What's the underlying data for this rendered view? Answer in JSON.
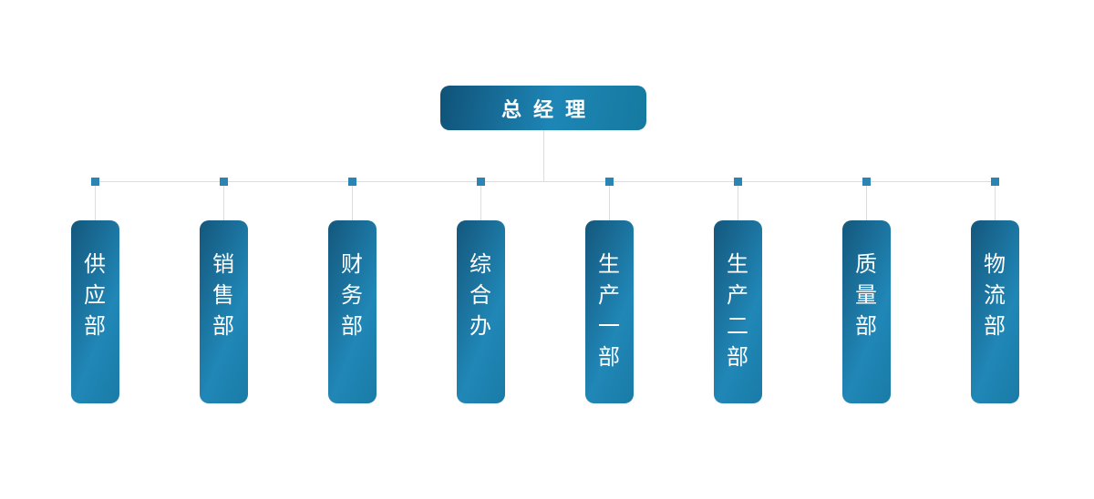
{
  "org_chart": {
    "root": {
      "label": "总经理"
    },
    "departments": [
      {
        "label": "供应部"
      },
      {
        "label": "销售部"
      },
      {
        "label": "财务部"
      },
      {
        "label": "综合办"
      },
      {
        "label": "生产一部"
      },
      {
        "label": "生产二部"
      },
      {
        "label": "质量部"
      },
      {
        "label": "物流部"
      }
    ],
    "colors": {
      "box_gradient_dark": "#14577c",
      "box_gradient_light": "#2087b7",
      "connector_line": "#dcdcdc",
      "connector_node": "#2a85b5",
      "text": "#ffffff",
      "background": "#ffffff"
    }
  }
}
